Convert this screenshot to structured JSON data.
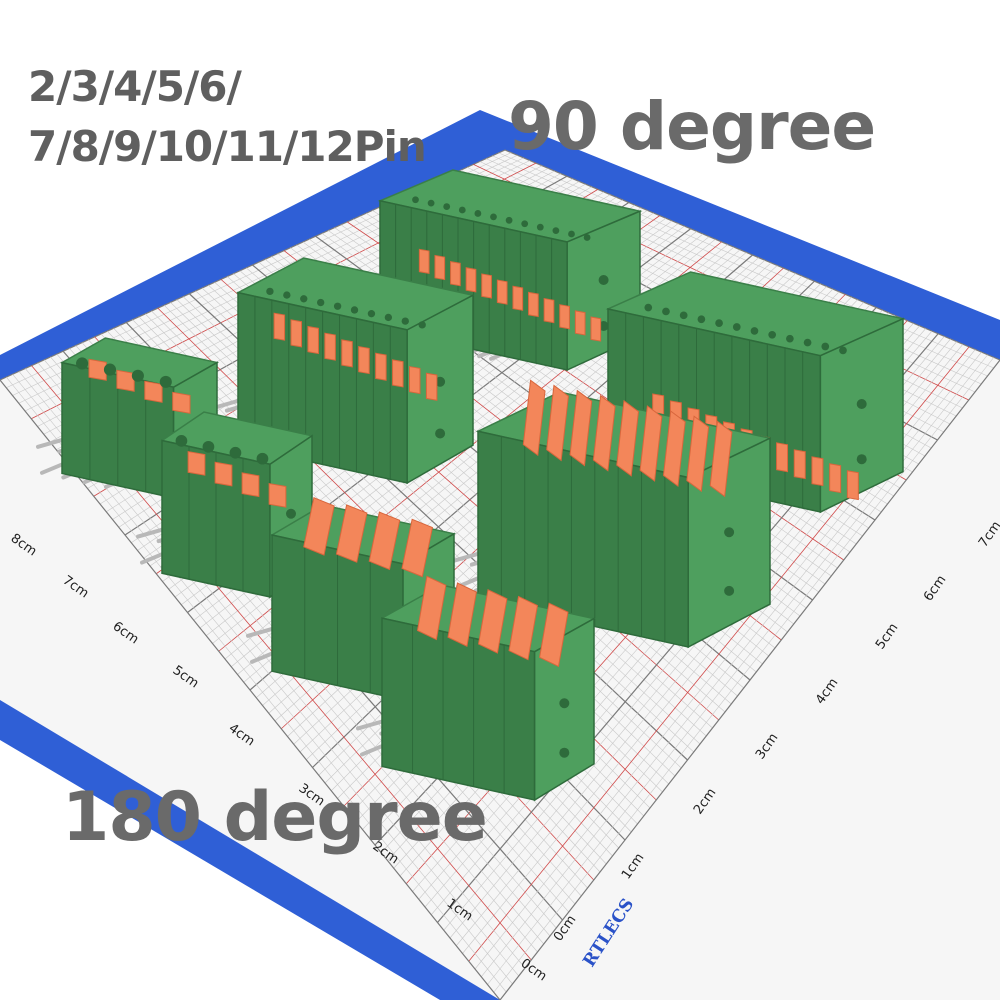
{
  "texts": {
    "pins_line1": "2/3/4/5/6/",
    "pins_line2": "7/8/9/10/11/12Pin",
    "title_90": "90 degree",
    "title_180": "180 degree",
    "brand": "RTLECS"
  },
  "ruler": {
    "left_labels": [
      "0cm",
      "1cm",
      "2cm",
      "3cm",
      "4cm",
      "5cm",
      "6cm",
      "7cm",
      "8cm"
    ],
    "right_labels": [
      "0cm",
      "1cm",
      "2cm",
      "3cm",
      "4cm",
      "5cm",
      "6cm",
      "7cm"
    ]
  },
  "colors": {
    "mat_blue": "#2f5fd6",
    "grid_light": "#c9c9c9",
    "grid_dark": "#7a7a7a",
    "grid_red": "#d04a4a",
    "body_green": "#4e9f5e",
    "body_green_dark": "#3a7f48",
    "lever_orange": "#f3865a",
    "pin_silver": "#b8b8b8"
  },
  "connectors": [
    {
      "name": "connector-90-12pin-back",
      "pins": 12,
      "type": "90"
    },
    {
      "name": "connector-90-10pin-left",
      "pins": 10,
      "type": "90"
    },
    {
      "name": "connector-90-12pin-right",
      "pins": 12,
      "type": "90"
    },
    {
      "name": "connector-90-4pin-left",
      "pins": 4,
      "type": "90"
    },
    {
      "name": "connector-90-4pin-middle",
      "pins": 4,
      "type": "90"
    },
    {
      "name": "connector-180-9pin",
      "pins": 9,
      "type": "180"
    },
    {
      "name": "connector-180-4pin-front",
      "pins": 4,
      "type": "180"
    },
    {
      "name": "connector-180-5pin-front",
      "pins": 5,
      "type": "180"
    }
  ]
}
